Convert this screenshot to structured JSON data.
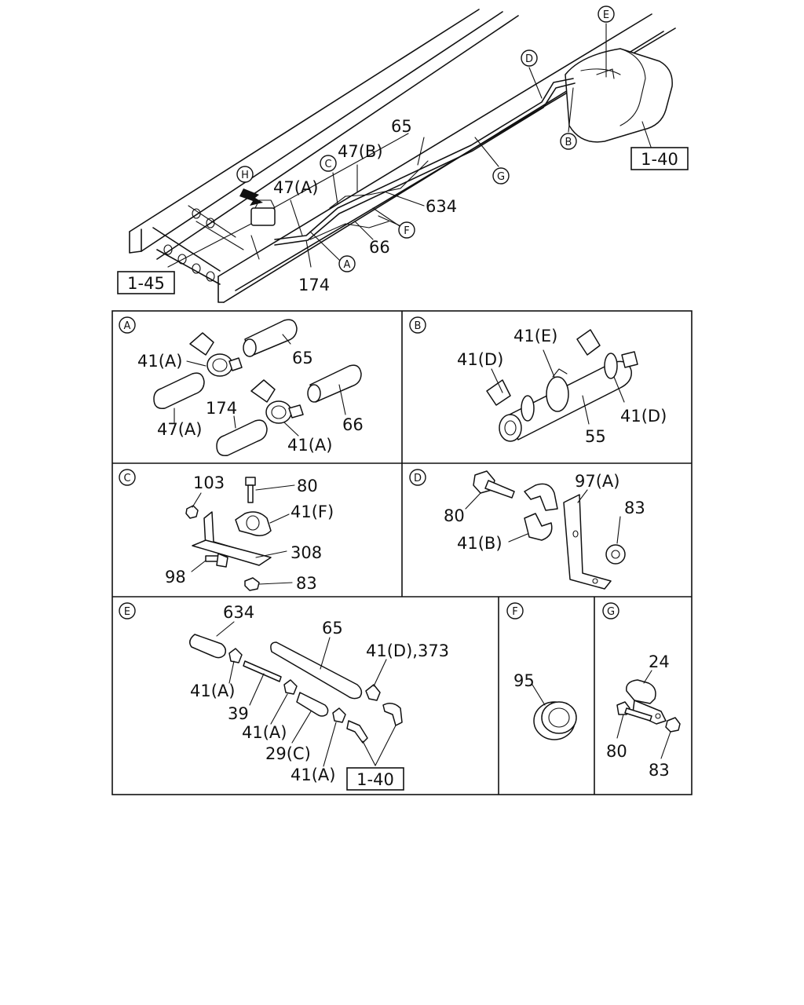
{
  "main": {
    "callouts": {
      "E": "E",
      "D": "D",
      "B": "B",
      "C": "C",
      "H": "H",
      "G": "G",
      "F": "F",
      "A": "A"
    },
    "labels": {
      "p65": "65",
      "p47B": "47(B)",
      "p47A": "47(A)",
      "p634": "634",
      "p66": "66",
      "p174": "174"
    },
    "refs": {
      "r140": "1-40",
      "r145": "1-45"
    }
  },
  "panels": {
    "A": {
      "letter": "A",
      "labels": {
        "a41A": "41(A)",
        "a65": "65",
        "a47A": "47(A)",
        "a174": "174",
        "a66": "66",
        "a41A2": "41(A)"
      }
    },
    "B": {
      "letter": "B",
      "labels": {
        "b41E": "41(E)",
        "b41D": "41(D)",
        "b41D2": "41(D)",
        "b55": "55"
      }
    },
    "C": {
      "letter": "C",
      "labels": {
        "c103": "103",
        "c80": "80",
        "c41F": "41(F)",
        "c308": "308",
        "c98": "98",
        "c83": "83"
      }
    },
    "D": {
      "letter": "D",
      "labels": {
        "d97A": "97(A)",
        "d83": "83",
        "d80": "80",
        "d41B": "41(B)"
      }
    },
    "E": {
      "letter": "E",
      "labels": {
        "e634": "634",
        "e65": "65",
        "e41D373": "41(D),373",
        "e41A": "41(A)",
        "e39": "39",
        "e41A2": "41(A)",
        "e29C": "29(C)",
        "e41A3": "41(A)",
        "eref": "1-40"
      }
    },
    "F": {
      "letter": "F",
      "labels": {
        "f95": "95"
      }
    },
    "G": {
      "letter": "G",
      "labels": {
        "g24": "24",
        "g80": "80",
        "g83": "83"
      }
    }
  }
}
